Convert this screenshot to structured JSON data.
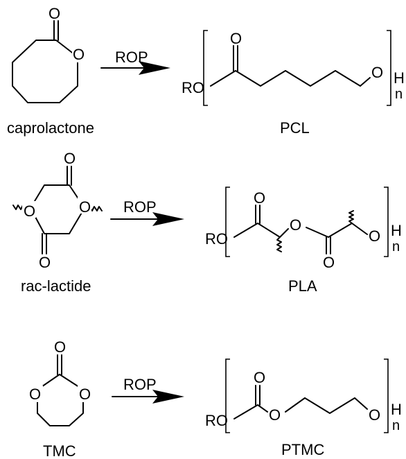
{
  "atoms": {
    "oxygen": "O",
    "hydrogen": "H",
    "ro": "RO",
    "repeat": "n"
  },
  "reactions": [
    {
      "monomer": "caprolactone",
      "arrow": "ROP",
      "polymer": "PCL"
    },
    {
      "monomer": "rac-lactide",
      "arrow": "ROP",
      "polymer": "PLA"
    },
    {
      "monomer": "TMC",
      "arrow": "ROP",
      "polymer": "PTMC"
    }
  ]
}
